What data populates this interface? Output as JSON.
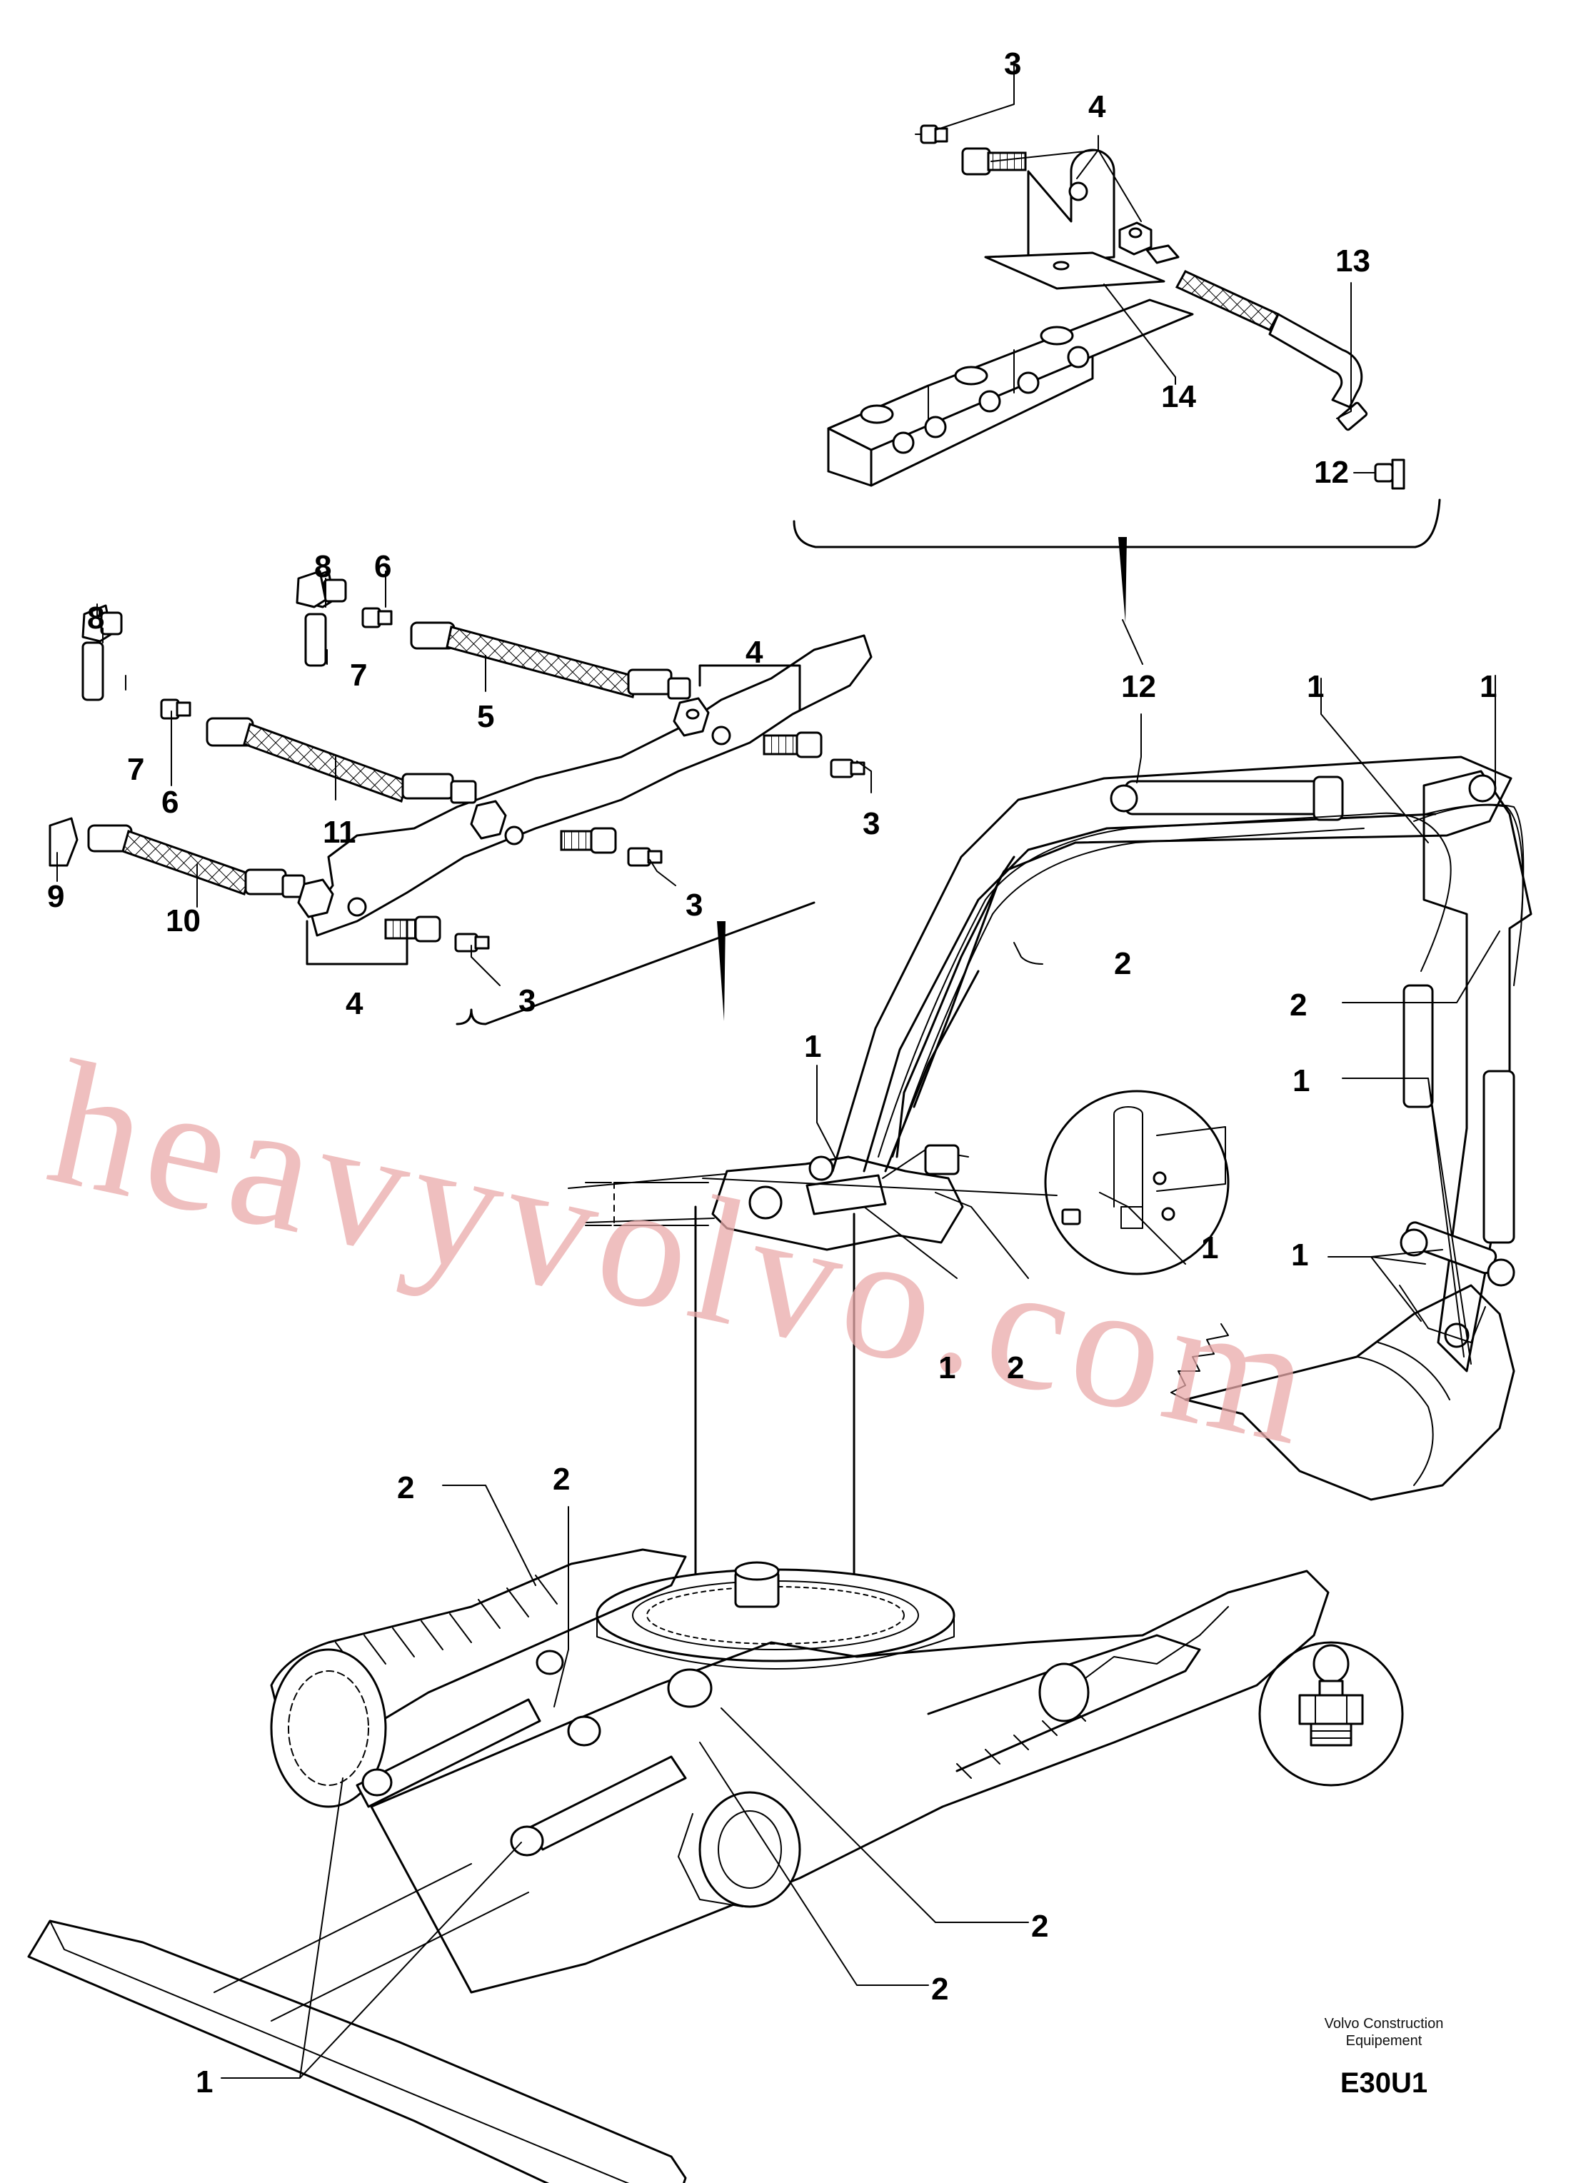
{
  "watermark": "heavyvolvo.com",
  "credit": {
    "line1": "Volvo Construction",
    "line2": "Equipement"
  },
  "drawing_code": "E30U1",
  "callouts": {
    "top_3": "3",
    "top_4": "4",
    "top_13": "13",
    "top_14": "14",
    "top_12": "12",
    "kit_8a": "8",
    "kit_6a": "6",
    "kit_7a": "7",
    "kit_5": "5",
    "kit_4a": "4",
    "kit_8b": "8",
    "kit_7b": "7",
    "kit_6b": "6",
    "kit_11": "11",
    "kit_3a": "3",
    "kit_9": "9",
    "kit_10": "10",
    "kit_3b": "3",
    "kit_3c": "3",
    "kit_4b": "4",
    "boom_12": "12",
    "boom_1a": "1",
    "boom_1b": "1",
    "boom_2a": "2",
    "boom_2b": "2",
    "boom_1c": "1",
    "boom_1d": "1",
    "detail_1": "1",
    "boom_1e": "1",
    "boom_1f": "1",
    "boom_2c": "2",
    "base_2a": "2",
    "base_2b": "2",
    "base_2c": "2",
    "base_2d": "2",
    "base_1": "1"
  },
  "colors": {
    "line": "#000000",
    "watermark": "#e9a9a9",
    "background": "#ffffff"
  }
}
